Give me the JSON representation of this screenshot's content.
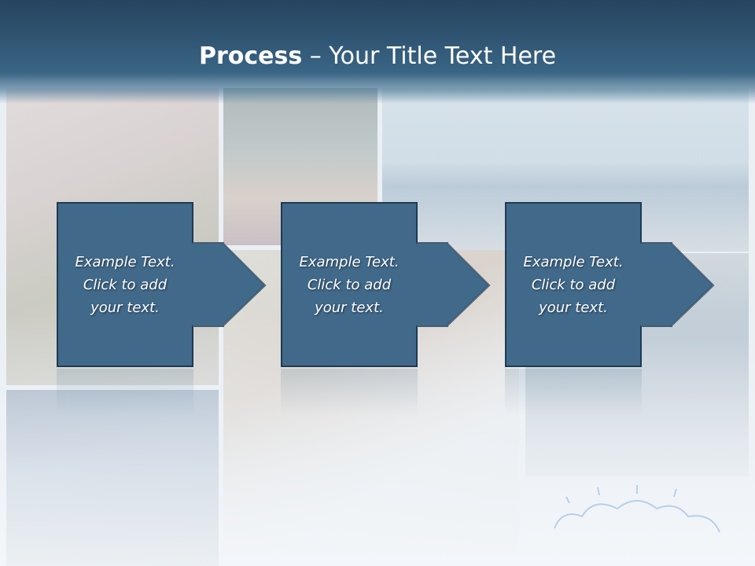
{
  "slide": {
    "title_bold": "Process",
    "title_rest": " – Your Title Text Here"
  },
  "steps": [
    {
      "text": "Example Text.\nClick  to add\nyour text."
    },
    {
      "text": "Example Text.\nClick  to add\nyour text."
    },
    {
      "text": "Example Text.\nClick  to add\nyour text."
    }
  ],
  "colors": {
    "title_band": "#2f5472",
    "step_fill": "#41698a",
    "step_border": "#1f3a52",
    "text": "#ffffff"
  }
}
